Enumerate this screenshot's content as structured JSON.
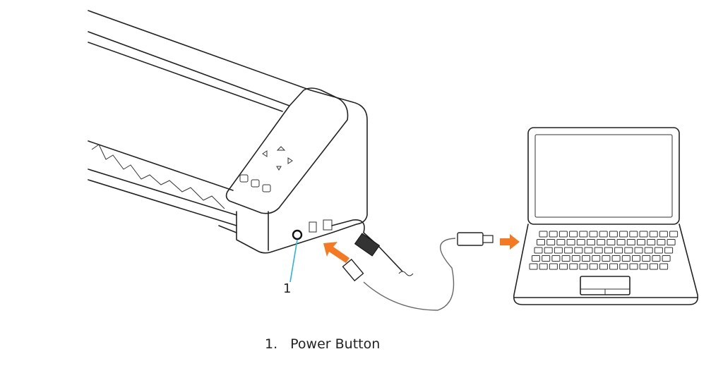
{
  "callout": {
    "number": "1"
  },
  "caption": {
    "number": "1.",
    "text": "Power Button"
  },
  "colors": {
    "arrow": "#f47920",
    "callout_line": "#29b6d6",
    "line": "#222222"
  },
  "icons": [
    "cutting-machine",
    "laptop",
    "usb-cable",
    "power-cable",
    "insert-arrow",
    "connect-arrow"
  ]
}
